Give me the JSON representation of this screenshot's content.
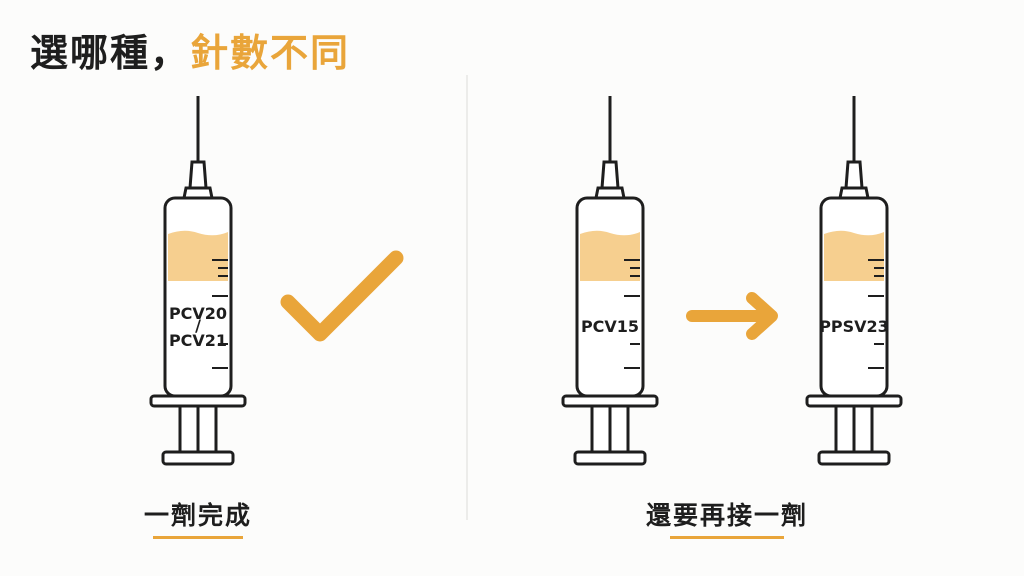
{
  "title": {
    "main": "選哪種，",
    "accent": "針數不同"
  },
  "left": {
    "syringe_label_line1": "PCV20",
    "syringe_label_sep": "/",
    "syringe_label_line2": "PCV21",
    "caption": "一劑完成"
  },
  "right": {
    "syringe1_label": "PCV15",
    "syringe2_label": "PPSV23",
    "caption": "還要再接一劑"
  },
  "colors": {
    "accent": "#e9a53a",
    "liquid": "#f6cf8f",
    "ink": "#1e1e1e"
  },
  "icons": {
    "check": "check-icon",
    "arrow": "arrow-right-icon"
  }
}
